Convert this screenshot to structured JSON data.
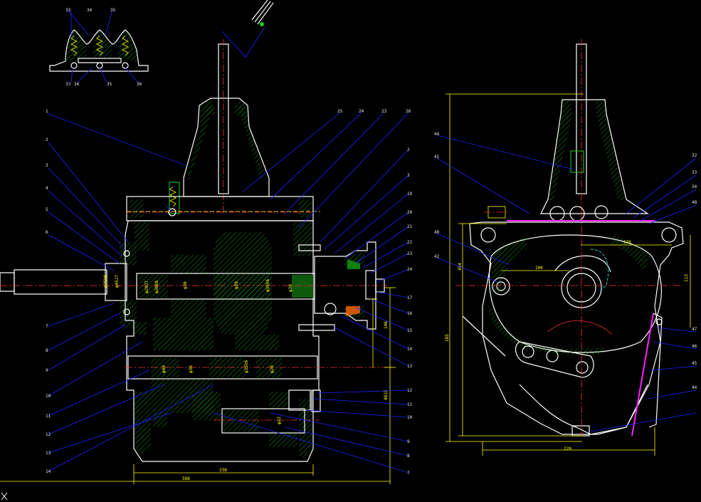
{
  "views": {
    "section_view": {
      "callouts_left": [
        "1",
        "2",
        "3",
        "4",
        "5",
        "6",
        "7",
        "8",
        "9",
        "10",
        "11",
        "12",
        "13",
        "14"
      ],
      "callouts_top": [
        "25",
        "24",
        "23",
        "26"
      ],
      "callouts_right": [
        "2",
        "3",
        "19",
        "20",
        "21",
        "22",
        "23",
        "24",
        "17",
        "16",
        "15",
        "14",
        "13",
        "12",
        "11",
        "10",
        "9",
        "8",
        "7"
      ],
      "dims": {
        "width_overall": "588",
        "width_inner": "238",
        "height_right": "146",
        "height_right2": "4815",
        "d1": "φ45J7",
        "d2": "φ25k6",
        "d3": "φ20J7",
        "d4": "φ30k6",
        "d5": "φ36",
        "d6": "φ39",
        "d7": "φ35k6",
        "d8": "φ30",
        "d9": "φ40",
        "d10": "φ36",
        "d11": "φ35k6",
        "d12": "φ28",
        "d13": "φ22"
      }
    },
    "detail_view": {
      "callouts_top": [
        "33",
        "34",
        "35"
      ],
      "callouts_bottom": [
        "33",
        "34",
        "35",
        "36"
      ]
    },
    "side_view": {
      "callouts_left": [
        "44",
        "41",
        "40",
        "42"
      ],
      "callouts_right": [
        "32",
        "33",
        "34",
        "48",
        "47",
        "46",
        "45",
        "44"
      ],
      "dims": {
        "width_top": "178",
        "height_left": "454",
        "height_total": "285",
        "width_bottom": "220",
        "height_right": "113",
        "inner": "100"
      }
    }
  }
}
